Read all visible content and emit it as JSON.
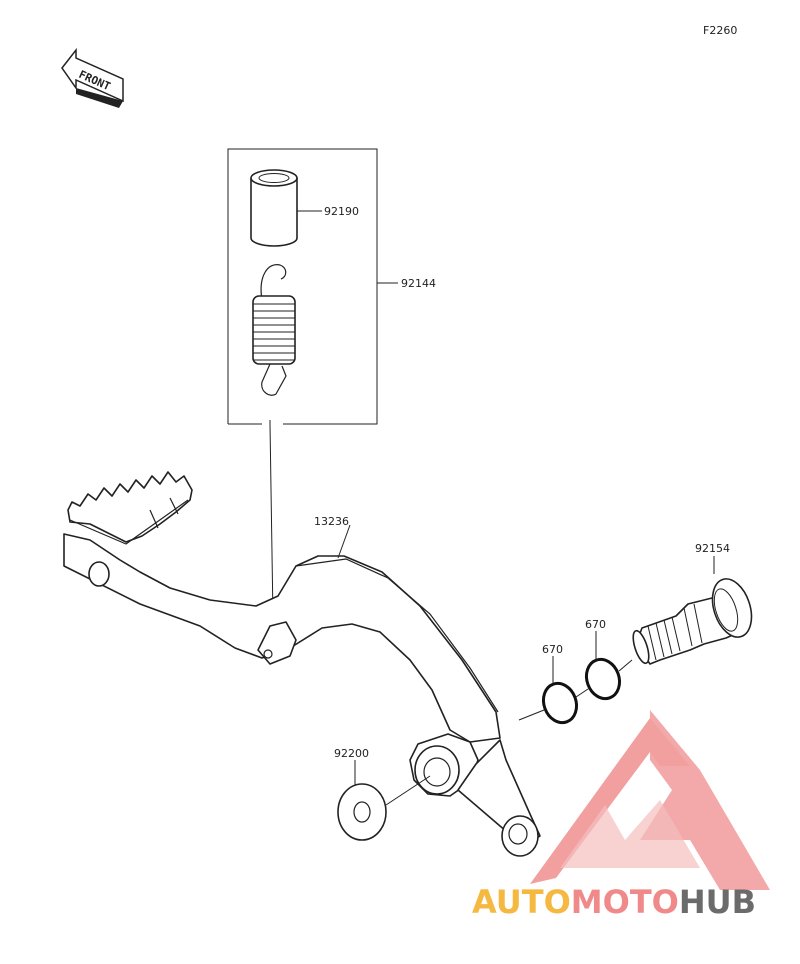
{
  "diagram_code": "F2260",
  "front_label": "FRONT",
  "parts": {
    "collar": "92190",
    "spring_set": "92144",
    "pedal": "13236",
    "pivot_bolt": "92154",
    "oring_outer": "670",
    "oring_inner": "670",
    "washer": "92200"
  },
  "watermark": {
    "word_a": "AUTO",
    "word_b": "MOTO",
    "word_c": "HUB",
    "color_a": "#f5b942",
    "color_b": "#f08a8a",
    "color_c": "#6b6b6b",
    "logo_color": "#ef8f8f"
  }
}
